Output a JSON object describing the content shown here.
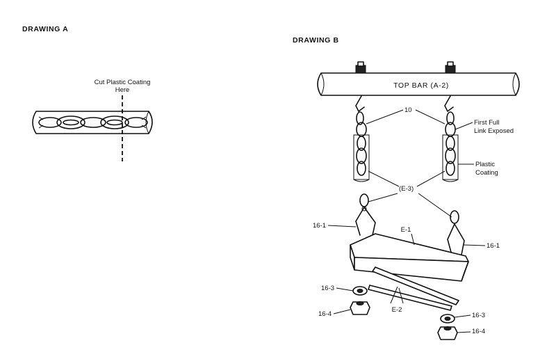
{
  "drawing_a": {
    "title": "DRAWING A",
    "cut_label_line1": "Cut Plastic Coating",
    "cut_label_line2": "Here"
  },
  "drawing_b": {
    "title": "DRAWING B",
    "top_bar_label": "TOP BAR (A-2)",
    "part_10": "10",
    "first_full_line1": "First Full",
    "first_full_line2": "Link Exposed",
    "plastic_line1": "Plastic",
    "plastic_line2": "Coating",
    "e3": "(E-3)",
    "e1": "E-1",
    "e2": "E-2",
    "p16_1_left": "16-1",
    "p16_1_right": "16-1",
    "p16_3_left": "16-3",
    "p16_3_right": "16-3",
    "p16_4_left": "16-4",
    "p16_4_right": "16-4"
  }
}
